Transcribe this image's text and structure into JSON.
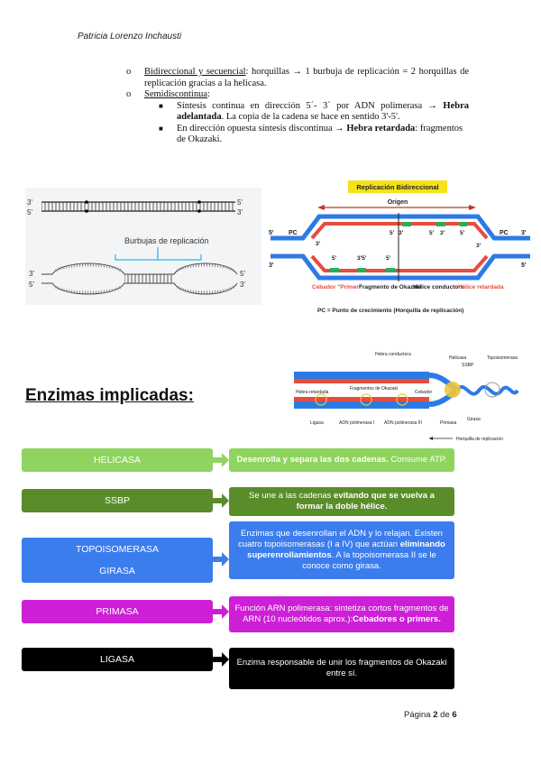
{
  "header": {
    "author": "Patricia Lorenzo Inchausti"
  },
  "bullets": {
    "b1_term": "Bidireccional y secuencial",
    "b1_text": ": horquillas → 1 burbuja de replicación = 2 horquillas de replicación gracias a la helicasa.",
    "b2_term": "Semidiscontinua",
    "b2_colon": ":",
    "s1_pre": "Síntesis continua en dirección 5´- 3´ por ADN polimerasa → ",
    "s1_bold": "Hebra adelantada",
    "s1_post": ". La copia de la cadena se hace en sentido 3'-5'.",
    "s2_pre": "En dirección opuesta síntesis discontinua → ",
    "s2_bold": "Hebra retardada",
    "s2_post": ": fragmentos de Okazaki."
  },
  "fig_bubbles": {
    "label": "Burbujas de replicación",
    "p5": "5'",
    "p3": "3'"
  },
  "fig_bidir": {
    "title": "Replicación Bidireccional",
    "origin": "Origen",
    "pc": "PC",
    "p5": "5'",
    "p3": "3'",
    "p35": "3'5'",
    "primer": "Cebador \"Primer\"",
    "okazaki": "Fragmento de Okazaki",
    "leading": "Hélice conductora",
    "lagging": "Hélice retardada",
    "caption": "PC = Punto de crecimiento (Horquilla de replicación)"
  },
  "section": {
    "title": "Enzimas implicadas:"
  },
  "fig_fork": {
    "conductora": "Hebra conductora",
    "helicasa": "Helicasa",
    "ssbp": "SSBP",
    "topo": "Topoisomerasa",
    "retardada": "Hebra retardada",
    "fragmentos": "Fragmentos de Okazaki",
    "cebador": "Cebador",
    "girasa": "Girasa",
    "ligasa": "Ligasa",
    "pol1": "ADN polimerasa I",
    "pol3": "ADN polimerasa III",
    "primasa": "Primasa",
    "horquilla": "Horquilla de replicación"
  },
  "enzymes": [
    {
      "name": "HELICASA",
      "desc_a": "Desenrolla y separa las dos cadenas.",
      "desc_b": " Consume ATP.",
      "color": "#8ed45e"
    },
    {
      "name": "SSBP",
      "desc_a": "Se une a las cadenas ",
      "desc_b": "evitando que se vuelva a formar la doble hélice.",
      "color": "#5a8c2a"
    },
    {
      "name": "TOPOISOMERASA",
      "name2": "GIRASA",
      "desc_a": "Enzimas que desenrollan el ADN y lo relajan. Existen cuatro topoisomerasas (I a IV) que actúan ",
      "desc_b": "eliminando superenrollamientos",
      "desc_c": ". A la topoisomerasa II se le conoce como girasa.",
      "color": "#3b7ded"
    },
    {
      "name": "PRIMASA",
      "desc_a": "Función ARN polimerasa: sintetiza cortos fragmentos de ARN (10 nucleótidos aprox.):",
      "desc_b": "Cebadores o primers.",
      "color": "#cc1fd6"
    },
    {
      "name": "LIGASA",
      "desc_a": "Enzima responsable de unir los fragmentos de Okazaki entre sí.",
      "color": "#000000"
    }
  ],
  "footer": {
    "pre": "Página ",
    "page": "2",
    "mid": " de ",
    "total": "6"
  }
}
